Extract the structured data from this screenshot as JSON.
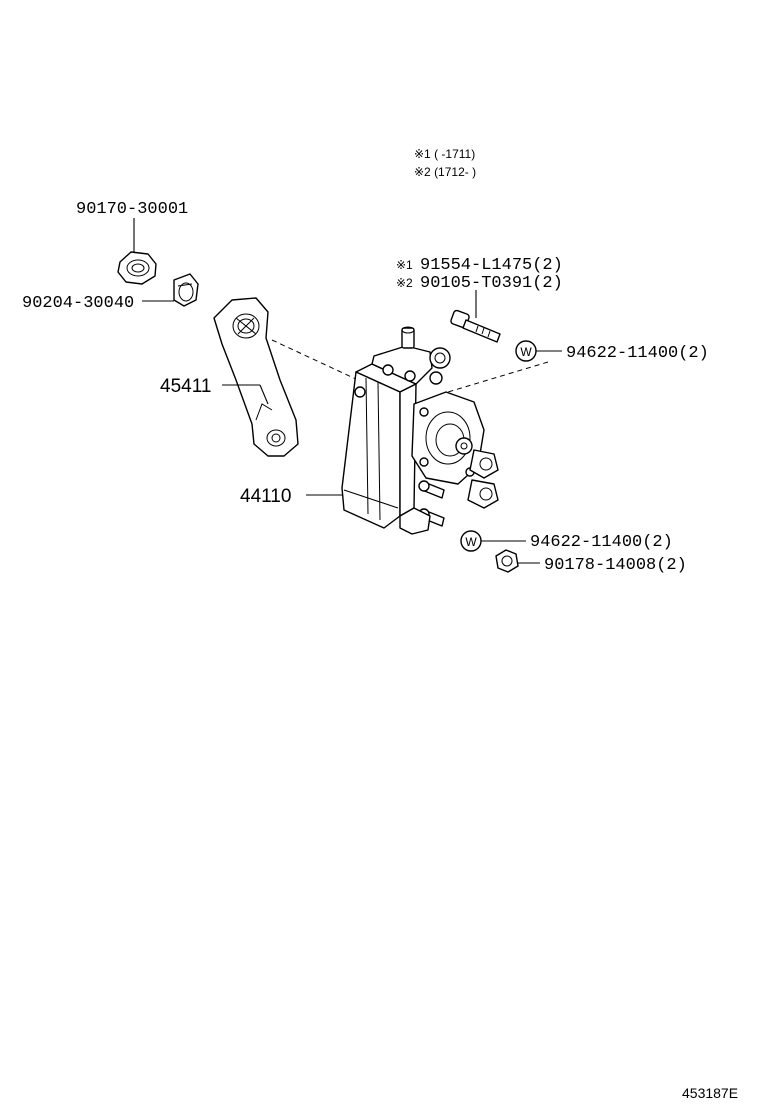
{
  "notes": {
    "note1": "※1 (      -1711)",
    "note2": "※2 (1712-      )"
  },
  "parts": {
    "nut_top": "90170-30001",
    "washer_top": "90204-30040",
    "bolt_1": "91554-L1475(2)",
    "bolt_2": "90105-T0391(2)",
    "washer_upper_right": "94622-11400(2)",
    "pitman_arm": "45411",
    "gear_assy": "44110",
    "washer_lower_right": "94622-11400(2)",
    "nut_lower_right": "90178-14008(2)"
  },
  "markers": {
    "note1_mark": "※1",
    "note2_mark": "※2",
    "washer_symbol": "W"
  },
  "illustration_id": "453187E"
}
